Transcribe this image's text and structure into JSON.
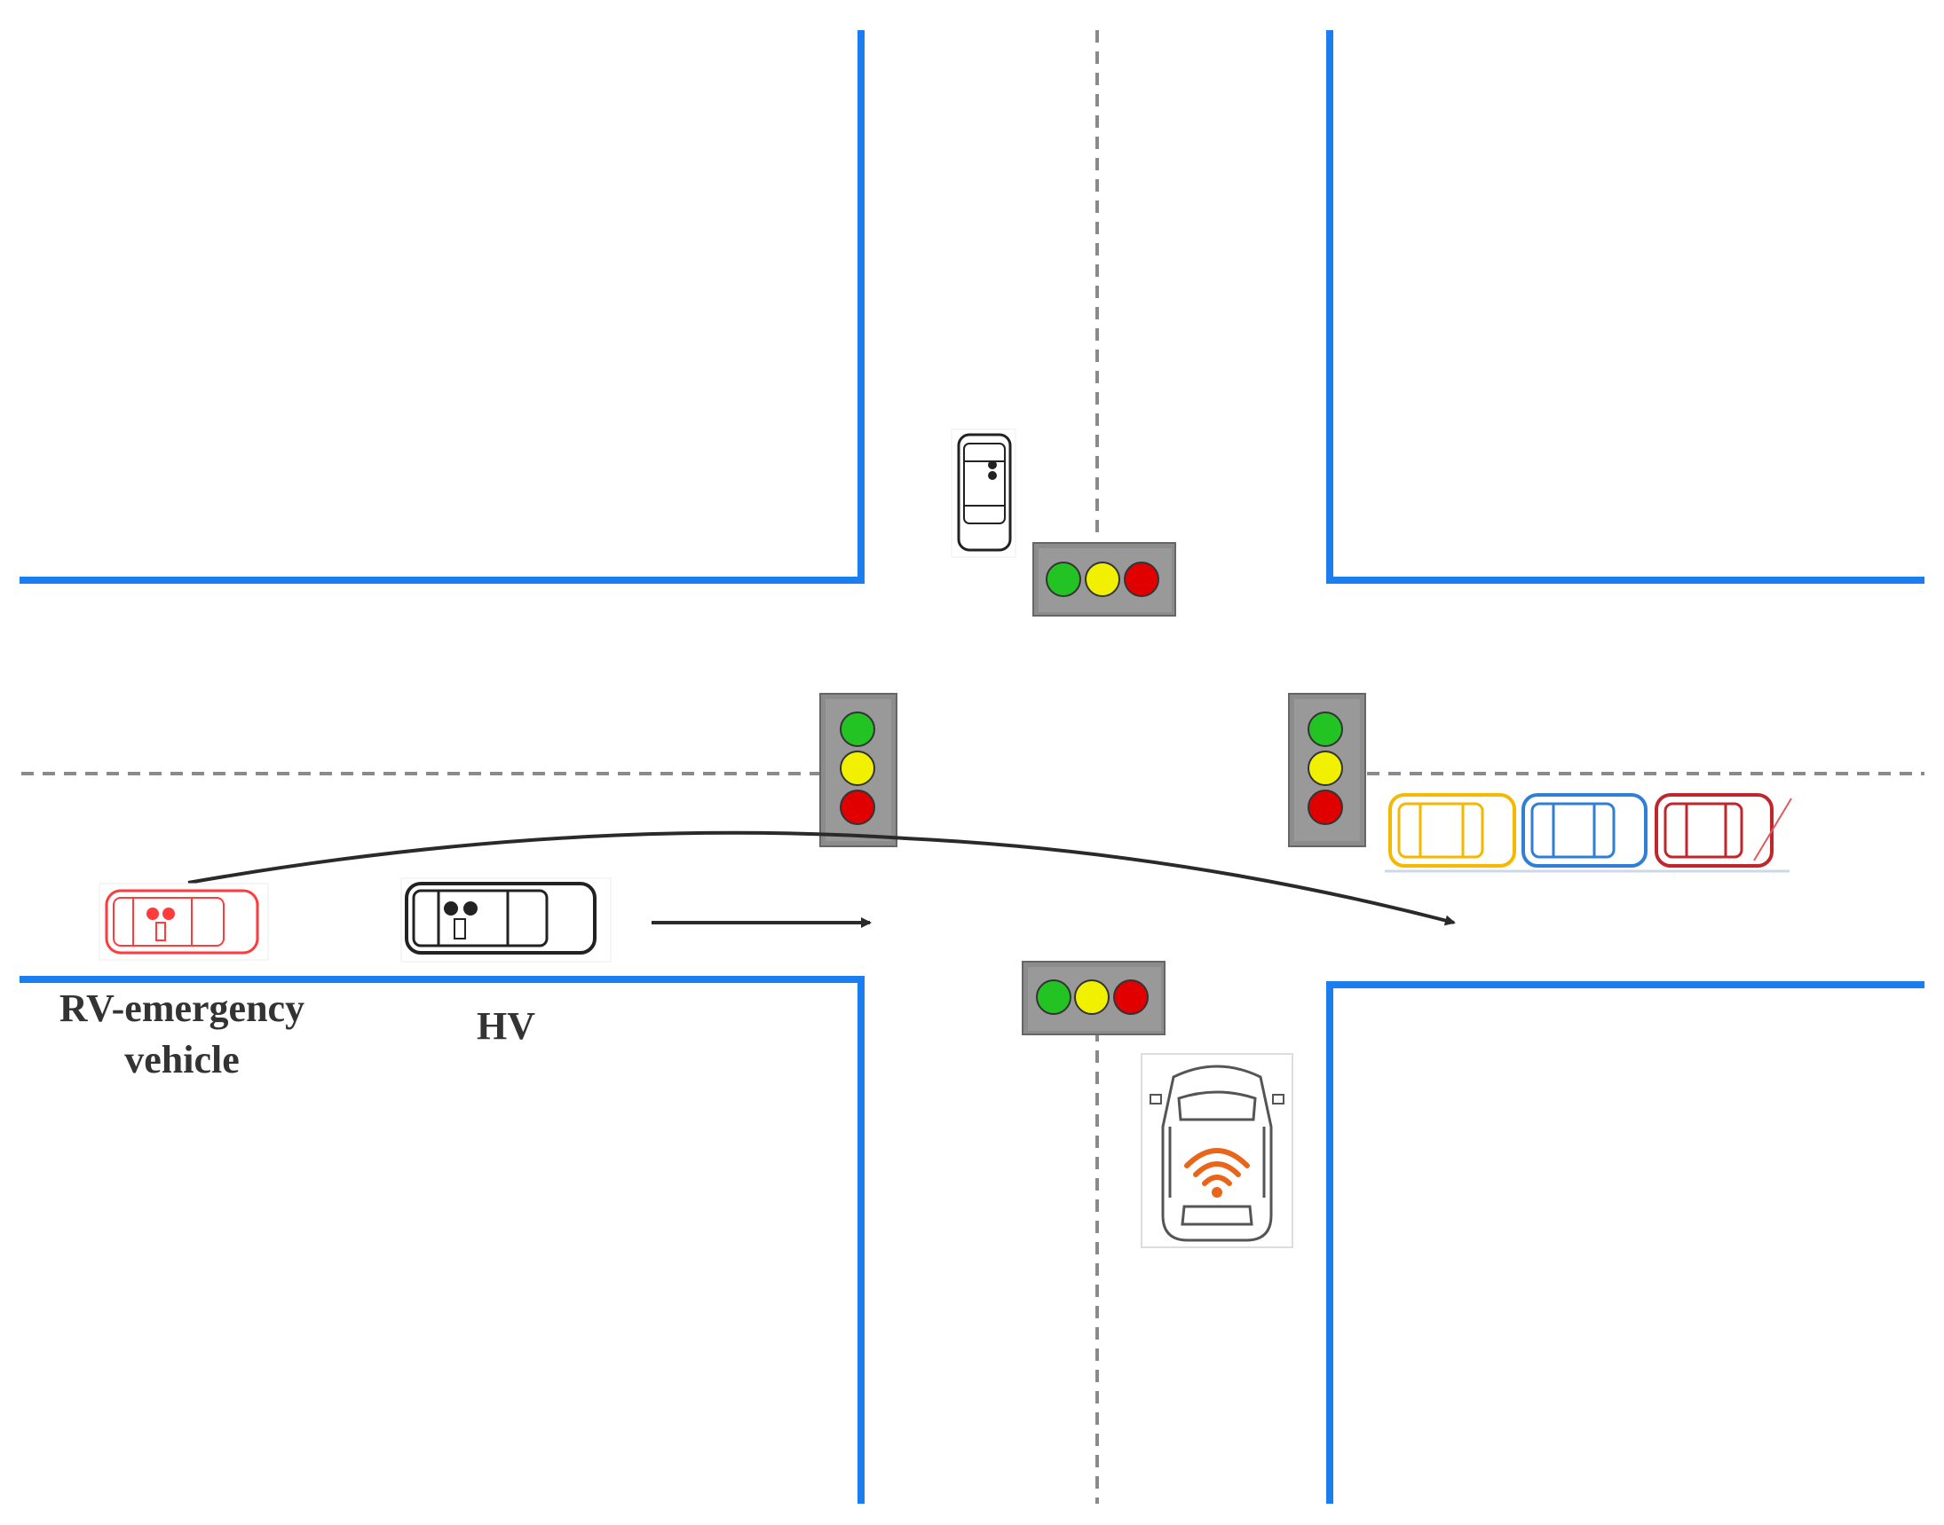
{
  "labels": {
    "rv_line1": "RV-emergency",
    "rv_line2": "vehicle",
    "hv": "HV"
  },
  "colors": {
    "curb": "#1a7ef0",
    "lane_divider": "#8a8a8a",
    "signal_housing": "#8c8c8c",
    "signal_green": "#22c322",
    "signal_yellow": "#f0f000",
    "signal_red": "#e00000",
    "emergency_vehicle": "#ff3b3b",
    "host_vehicle": "#222222",
    "queue_car_1": "#f5b800",
    "queue_car_2": "#2f7fd6",
    "queue_car_3": "#c0262b",
    "wifi": "#e8651a",
    "arrow": "#2a2a2a"
  },
  "icons": {
    "traffic_light": "traffic-light-icon",
    "connected_car": "connected-car-icon",
    "wifi": "wifi-icon"
  }
}
